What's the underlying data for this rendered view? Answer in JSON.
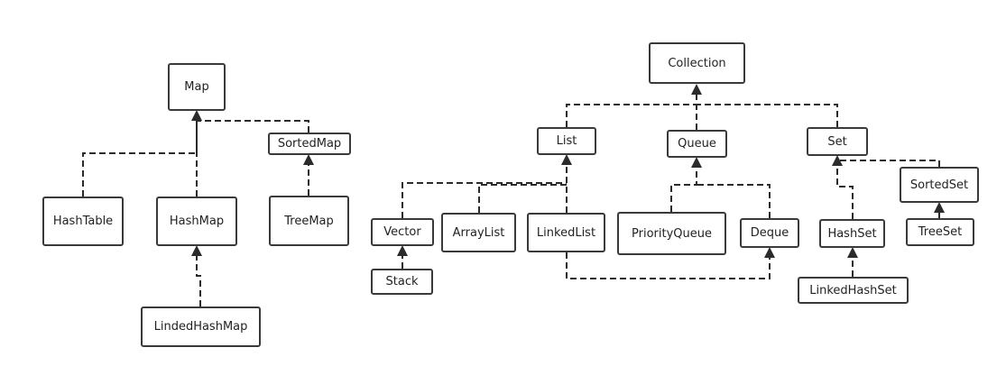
{
  "diagram": {
    "nodes": {
      "map": "Map",
      "sortedmap": "SortedMap",
      "hashtable": "HashTable",
      "hashmap": "HashMap",
      "treemap": "TreeMap",
      "lindedhashmap": "LindedHashMap",
      "collection": "Collection",
      "list": "List",
      "queue": "Queue",
      "set": "Set",
      "sortedset": "SortedSet",
      "vector": "Vector",
      "arraylist": "ArrayList",
      "linkedlist": "LinkedList",
      "priorityqueue": "PriorityQueue",
      "deque": "Deque",
      "hashset": "HashSet",
      "treeset": "TreeSet",
      "stack": "Stack",
      "linkedhashset": "LinkedHashSet"
    },
    "relations": [
      {
        "from": "HashTable",
        "to": "Map"
      },
      {
        "from": "HashMap",
        "to": "Map"
      },
      {
        "from": "SortedMap",
        "to": "Map"
      },
      {
        "from": "TreeMap",
        "to": "SortedMap"
      },
      {
        "from": "LindedHashMap",
        "to": "HashMap"
      },
      {
        "from": "List",
        "to": "Collection"
      },
      {
        "from": "Queue",
        "to": "Collection"
      },
      {
        "from": "Set",
        "to": "Collection"
      },
      {
        "from": "Vector",
        "to": "List"
      },
      {
        "from": "ArrayList",
        "to": "List"
      },
      {
        "from": "LinkedList",
        "to": "List"
      },
      {
        "from": "LinkedList",
        "to": "Deque"
      },
      {
        "from": "Stack",
        "to": "Vector"
      },
      {
        "from": "PriorityQueue",
        "to": "Queue"
      },
      {
        "from": "Deque",
        "to": "Queue"
      },
      {
        "from": "HashSet",
        "to": "Set"
      },
      {
        "from": "SortedSet",
        "to": "Set"
      },
      {
        "from": "TreeSet",
        "to": "SortedSet"
      },
      {
        "from": "LinkedHashSet",
        "to": "HashSet"
      }
    ]
  }
}
